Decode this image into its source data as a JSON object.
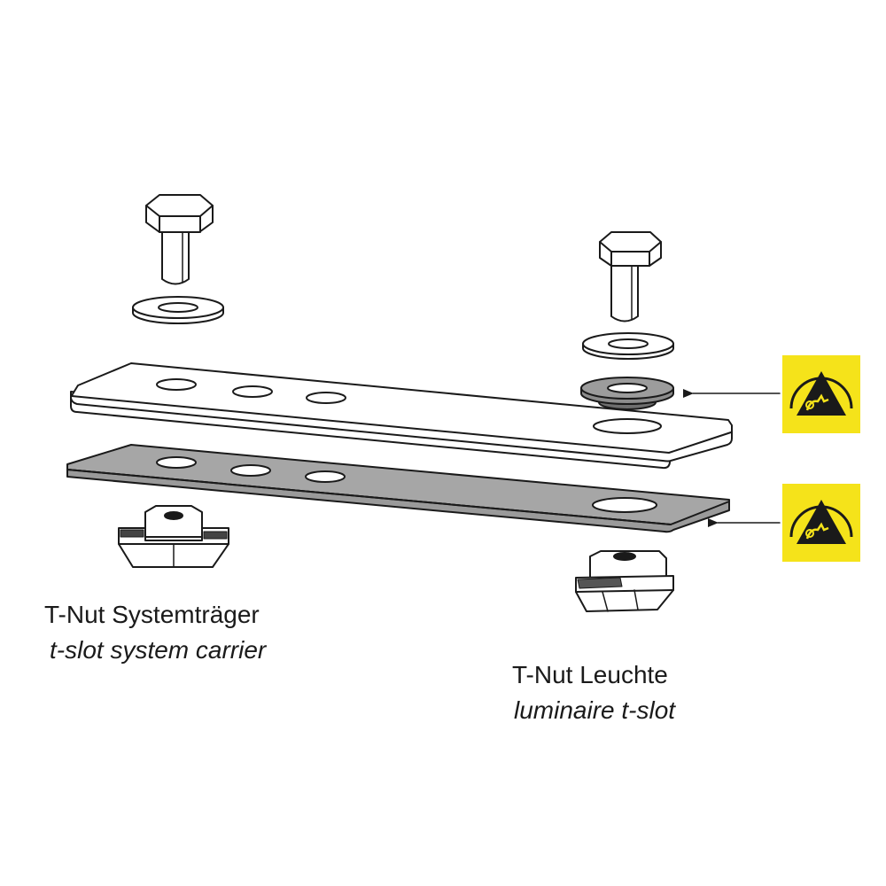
{
  "labels": {
    "left_name_de": "T-Nut Systemträger",
    "left_name_en": "t-slot system carrier",
    "right_name_de": "T-Nut Leuchte",
    "right_name_en": "luminaire t-slot"
  },
  "esd_symbols": [
    "esd-warning-icon",
    "esd-warning-icon"
  ],
  "colors": {
    "esd_yellow": "#f5e31a",
    "insulator_plate": "#a6a6a6",
    "insulating_washer": "#8c8c8c",
    "outline": "#1a1a1a"
  }
}
